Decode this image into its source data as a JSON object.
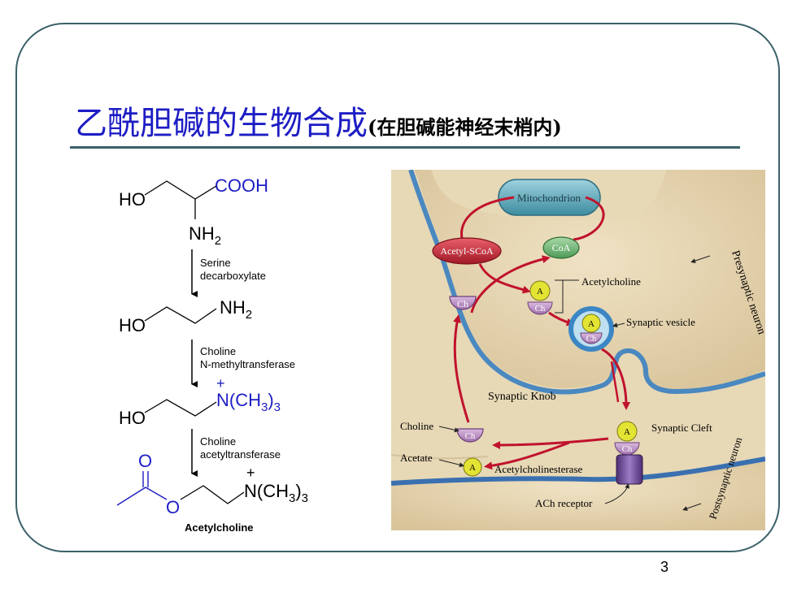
{
  "slide": {
    "title": "乙酰胆碱的生物合成",
    "subtitle": "(在胆碱能神经末梢内)",
    "page_number": "3"
  },
  "pathway": {
    "serine": {
      "cooh": "COOH",
      "ho": "HO",
      "nh2": "NH",
      "nh2_sub": "2"
    },
    "step1_enzyme": [
      "Serine",
      "decarboxylate"
    ],
    "ethanolamine": {
      "ho": "HO",
      "nh2": "NH",
      "nh2_sub": "2"
    },
    "step2_enzyme": [
      "Choline",
      "N-methyltransferase"
    ],
    "choline": {
      "ho": "HO",
      "plus": "+",
      "group": "N(CH",
      "group_sub": "3",
      "group_end": ")",
      "group_sub2": "3"
    },
    "step3_enzyme": [
      "Choline",
      "acetyltransferase"
    ],
    "acetylcholine": {
      "o_carbonyl": "O",
      "o_ester": "O",
      "plus": "+",
      "group": "N(CH",
      "group_sub": "3",
      "group_end": ")",
      "group_sub2": "3",
      "name": "Acetylcholine"
    }
  },
  "diagram": {
    "mitochondrion": "Mitochondrion",
    "acetyl_scoa": "Acetyl-SCoA",
    "coa": "CoA",
    "acetylcholine": "Acetylcholine",
    "ch": "Ch",
    "a": "A",
    "synaptic_vesicle": "Synaptic vesicle",
    "presynaptic_neuron": "Presynaptic neuron",
    "synaptic_knob": "Synaptic Knob",
    "synaptic_cleft": "Synaptic Cleft",
    "choline": "Choline",
    "acetate": "Acetate",
    "acetylcholinesterase": "Acetylcholinesterase",
    "ach_receptor": "ACh receptor",
    "postsynaptic_neuron": "Postsynaptic neuron"
  }
}
